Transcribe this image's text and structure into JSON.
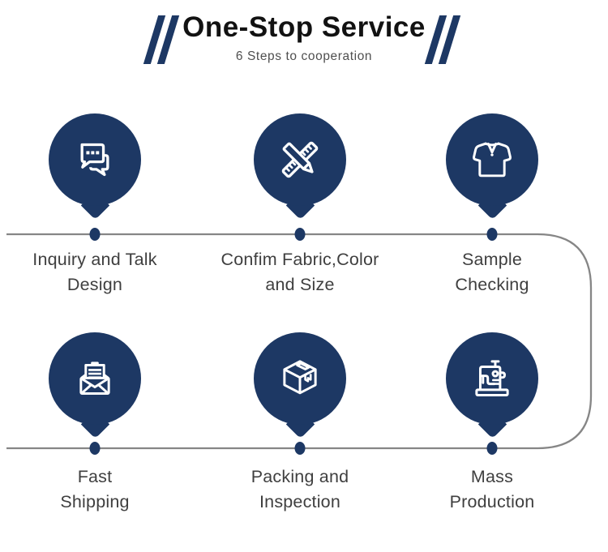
{
  "header": {
    "title": "One-Stop Service",
    "subtitle": "6 Steps to cooperation"
  },
  "colors": {
    "navy": "#1d3864",
    "line_gray": "#868686",
    "title_black": "#121212",
    "subtitle_gray": "#4f4f4f",
    "label_gray": "#3f3f3f",
    "background": "#ffffff"
  },
  "steps": [
    {
      "icon": "chat-icon",
      "label_line1": "Inquiry and Talk",
      "label_line2": "Design"
    },
    {
      "icon": "ruler-pencil-icon",
      "label_line1": "Confim Fabric,Color",
      "label_line2": "and Size"
    },
    {
      "icon": "tshirt-icon",
      "label_line1": "Sample",
      "label_line2": "Checking"
    },
    {
      "icon": "envelope-icon",
      "label_line1": "Fast",
      "label_line2": "Shipping"
    },
    {
      "icon": "box-icon",
      "label_line1": "Packing and",
      "label_line2": "Inspection"
    },
    {
      "icon": "sewing-machine-icon",
      "label_line1": "Mass",
      "label_line2": "Production"
    }
  ]
}
